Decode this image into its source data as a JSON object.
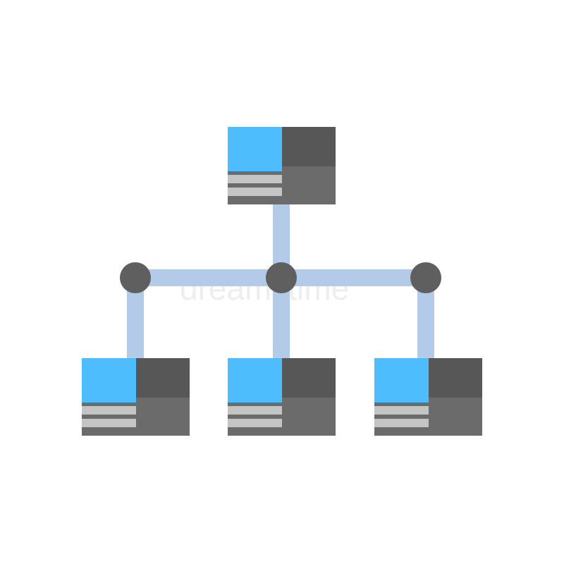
{
  "diagram": {
    "type": "hierarchy",
    "nodes": [
      {
        "id": "root",
        "level": 0
      },
      {
        "id": "child-left",
        "level": 1
      },
      {
        "id": "child-center",
        "level": 1
      },
      {
        "id": "child-right",
        "level": 1
      }
    ],
    "edges": [
      {
        "from": "root",
        "to": "child-left"
      },
      {
        "from": "root",
        "to": "child-center"
      },
      {
        "from": "root",
        "to": "child-right"
      }
    ],
    "junctions": 3
  },
  "icon": "network-hierarchy-icon",
  "watermark": "dreamstime",
  "colors": {
    "background": "#ffffff",
    "accent_blue": "#4ebdfd",
    "dark_gray": "#575757",
    "mid_gray": "#6b6b6b",
    "light_gray": "#c4c4c4",
    "connector": "#b3cbe8",
    "junction": "#5f5f5f"
  }
}
